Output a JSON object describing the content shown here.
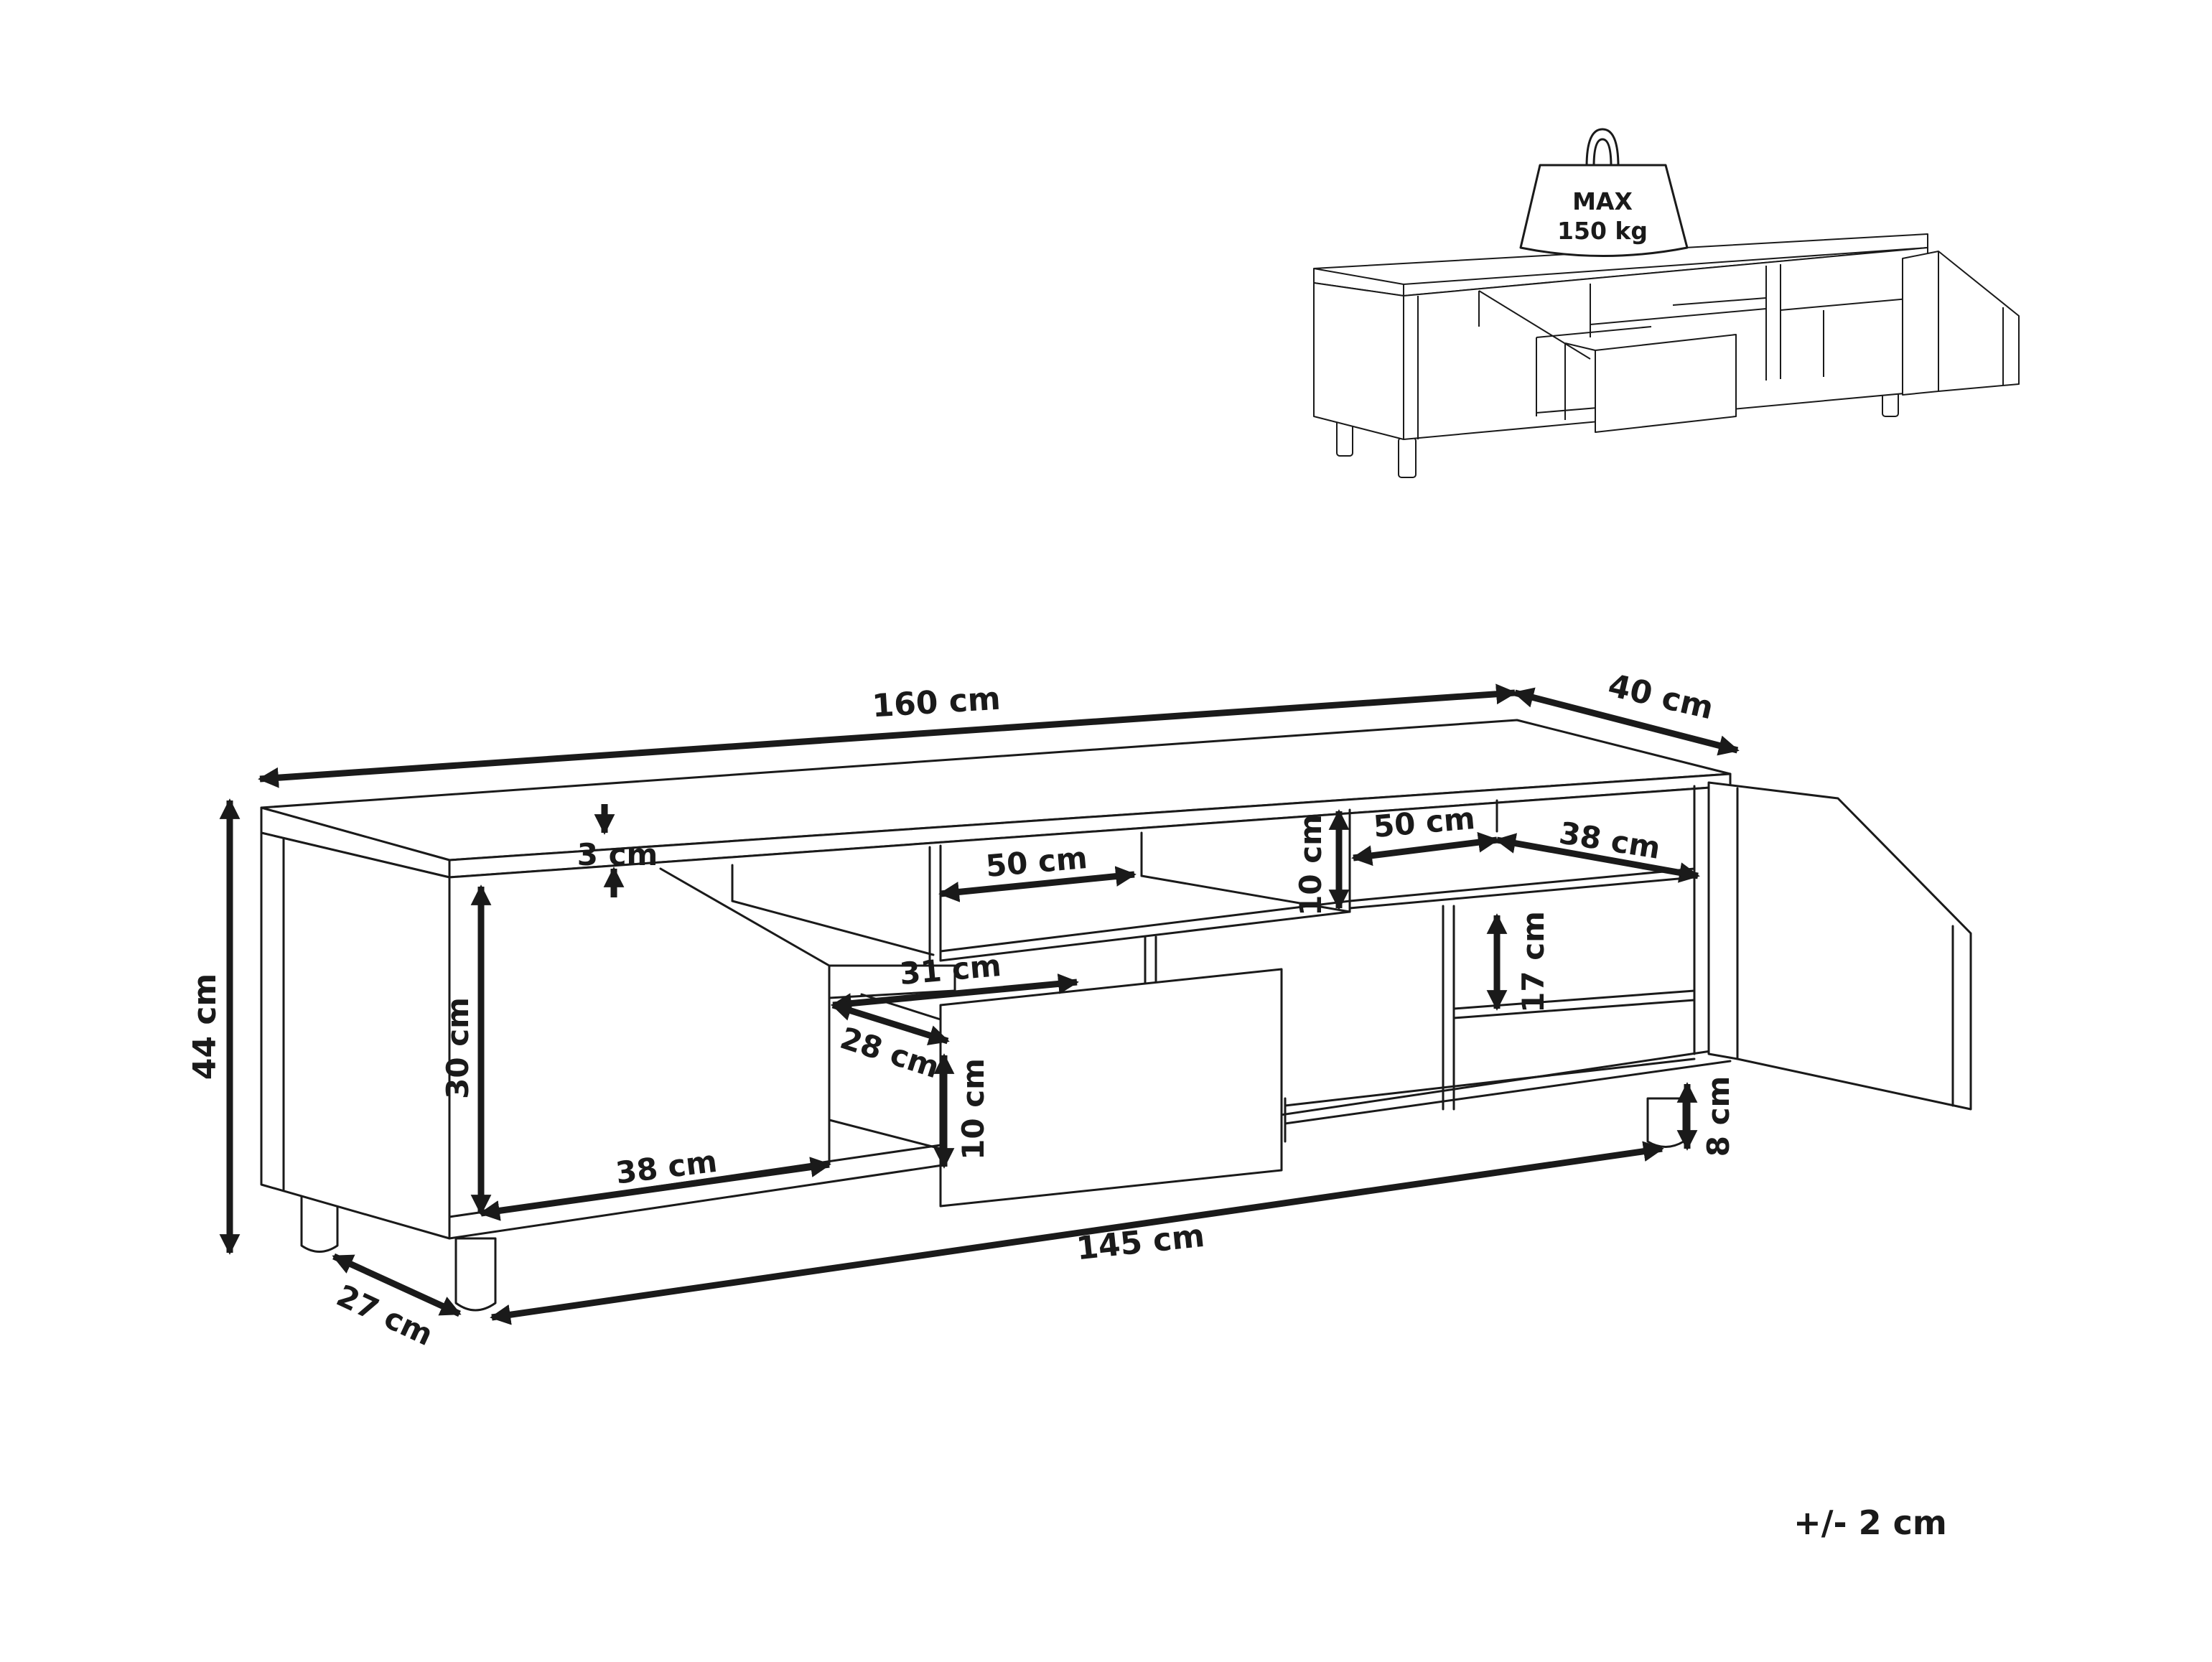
{
  "preview": {
    "weight_badge": {
      "line1": "MAX",
      "line2": "150 kg"
    }
  },
  "dimensions": {
    "total_width": "160 cm",
    "total_depth": "40 cm",
    "total_height": "44 cm",
    "top_thickness": "3 cm",
    "left_compartment_height": "30 cm",
    "left_compartment_width": "38 cm",
    "middle_shelf_width": "50 cm",
    "drawer_inner_width": "31 cm",
    "drawer_inner_depth": "28 cm",
    "drawer_front_height": "10 cm",
    "right_top_shelf_height": "10 cm",
    "right_top_shelf_width": "50 cm",
    "right_compartment_width": "38 cm",
    "right_compartment_height": "17 cm",
    "leg_height": "8 cm",
    "leg_spacing": "145 cm",
    "leg_depth": "27 cm"
  },
  "tolerance": "+/- 2 cm"
}
